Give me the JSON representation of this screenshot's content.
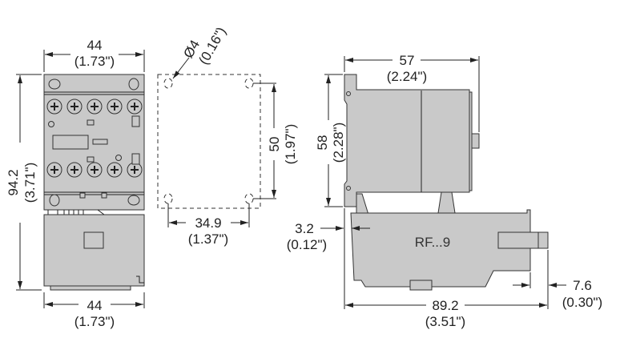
{
  "front_view": {
    "width_top": {
      "value": "44",
      "inch": "(1.73\")"
    },
    "height": {
      "value": "94.2",
      "inch": "(3.71\")"
    },
    "width_bottom": {
      "value": "44",
      "inch": "(1.73\")"
    }
  },
  "mounting": {
    "hole_diameter": {
      "value": "Ø4",
      "inch": "(0.16\")"
    },
    "vertical_spacing": {
      "value": "50",
      "inch": "(1.97\")"
    },
    "horizontal_spacing": {
      "value": "34.9",
      "inch": "(1.37\")"
    }
  },
  "side_view": {
    "depth": {
      "value": "57",
      "inch": "(2.24\")"
    },
    "height": {
      "value": "58",
      "inch": "(2.28\")"
    },
    "offset_left": {
      "value": "3.2",
      "inch": "(0.12\")"
    },
    "offset_right": {
      "value": "7.6",
      "inch": "(0.30\")"
    },
    "total_depth": {
      "value": "89.2",
      "inch": "(3.51\")"
    },
    "relay_label": "RF...9"
  },
  "colors": {
    "body": "#c9c9c9",
    "line": "#222222"
  }
}
